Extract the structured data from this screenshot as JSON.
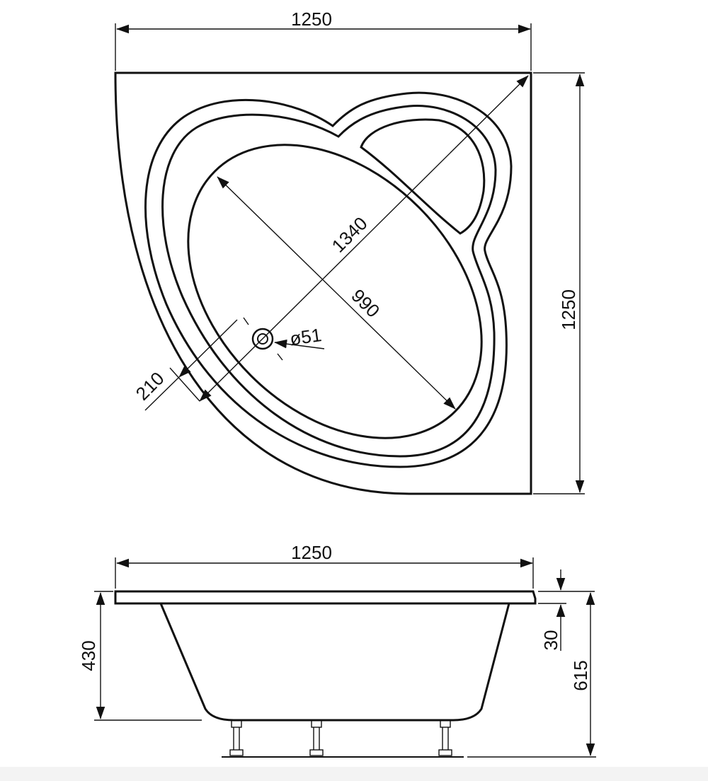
{
  "top_view": {
    "width_label": "1250",
    "height_label": "1250",
    "diagonal_label": "1340",
    "basin_label": "990",
    "rim_label": "210",
    "drain_label": "ø51"
  },
  "side_view": {
    "width_label": "1250",
    "depth_label": "430",
    "rim_thickness_label": "30",
    "total_height_label": "615"
  }
}
